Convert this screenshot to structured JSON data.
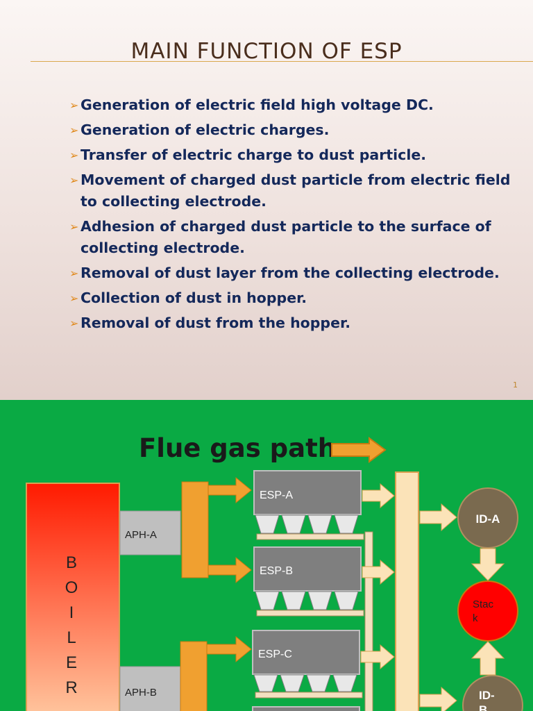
{
  "slide1": {
    "title": "MAIN FUNCTION OF ESP",
    "page_number": "1",
    "bullet_marker": "➢",
    "bullets": [
      "Generation of electric field high voltage DC.",
      "Generation of electric charges.",
      "Transfer of electric charge to dust particle.",
      "Movement of charged dust particle from electric field to collecting electrode.",
      "Adhesion of charged dust particle to the surface of collecting electrode.",
      "Removal of dust layer from the collecting electrode.",
      "Collection of dust in hopper.",
      "Removal of dust from the hopper."
    ]
  },
  "slide2": {
    "title": "Flue gas path",
    "boiler_letters": [
      "B",
      "O",
      "I",
      "L",
      "E",
      "R"
    ],
    "aph": [
      "APH-A",
      "APH-B"
    ],
    "esp": [
      "ESP-A",
      "ESP-B",
      "ESP-C"
    ],
    "fans": {
      "id_a": "ID-A",
      "id_b_line1": "ID-",
      "id_b_line2": "B"
    },
    "stack_line1": "Stac",
    "stack_line2": "k"
  },
  "colors": {
    "slide2_background": "#0aaa44",
    "arrow": "#f0a030",
    "boiler_top": "#ff1a00",
    "esp_box": "#7f7f7f",
    "id_fan": "#7a6a4f",
    "stack": "#ff0000",
    "title_text": "#4a2e1d",
    "bullet_text": "#14285a"
  }
}
